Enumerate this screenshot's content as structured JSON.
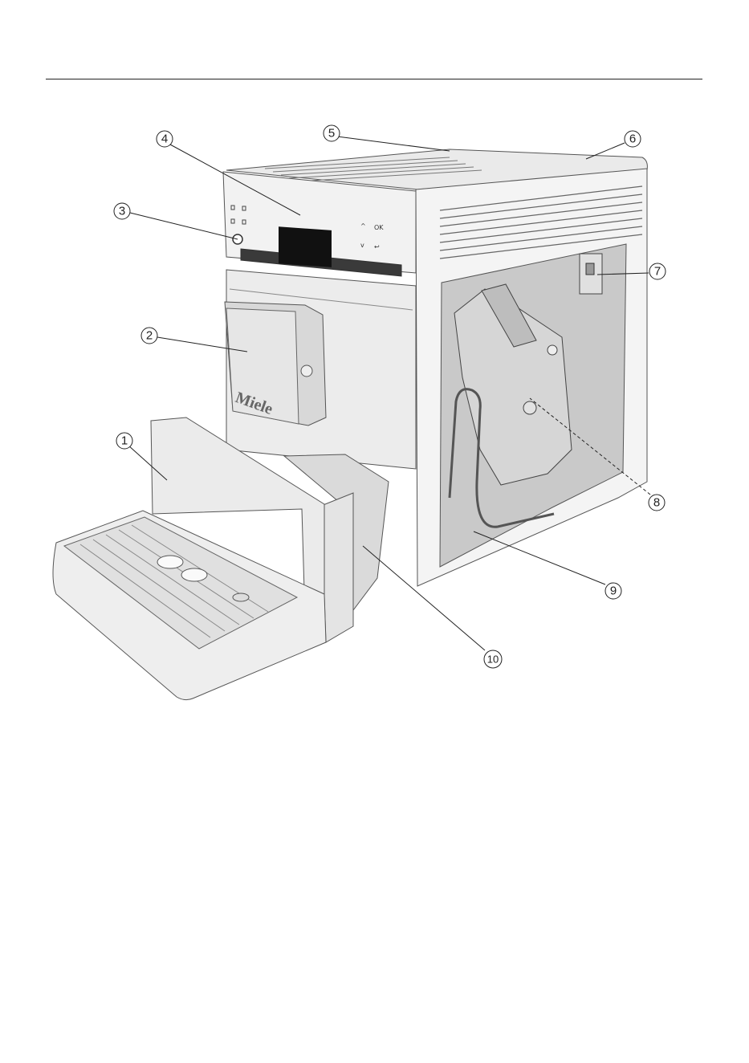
{
  "diagram": {
    "brand_text": "Miele",
    "panel": {
      "ok_label": "OK",
      "up_glyph": "^",
      "down_glyph": "v",
      "back_glyph": "↩"
    },
    "callouts": [
      {
        "id": "1",
        "label": "1"
      },
      {
        "id": "2",
        "label": "2"
      },
      {
        "id": "3",
        "label": "3"
      },
      {
        "id": "4",
        "label": "4"
      },
      {
        "id": "5",
        "label": "5"
      },
      {
        "id": "6",
        "label": "6"
      },
      {
        "id": "7",
        "label": "7"
      },
      {
        "id": "8",
        "label": "8"
      },
      {
        "id": "9",
        "label": "9"
      },
      {
        "id": "10",
        "label": "10"
      }
    ]
  },
  "colors": {
    "body_light": "#efefef",
    "body_mid": "#dcdcdc",
    "interior": "#c8c8c8",
    "display": "#111111"
  }
}
